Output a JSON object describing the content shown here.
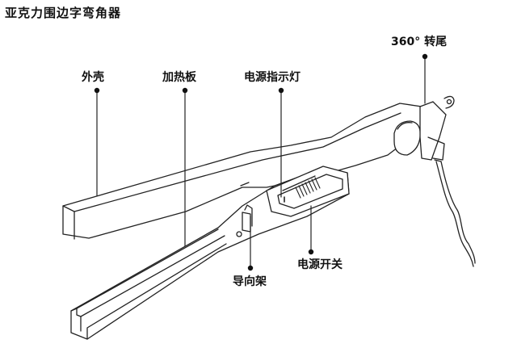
{
  "title": "亚克力围边字弯角器",
  "labels": {
    "shell": "外壳",
    "heating_plate": "加热板",
    "power_indicator": "电源指示灯",
    "swivel_tail": "360° 转尾",
    "guide_frame": "导向架",
    "power_switch": "电源开关"
  },
  "colors": {
    "line": "#222222",
    "fill": "#ffffff"
  }
}
